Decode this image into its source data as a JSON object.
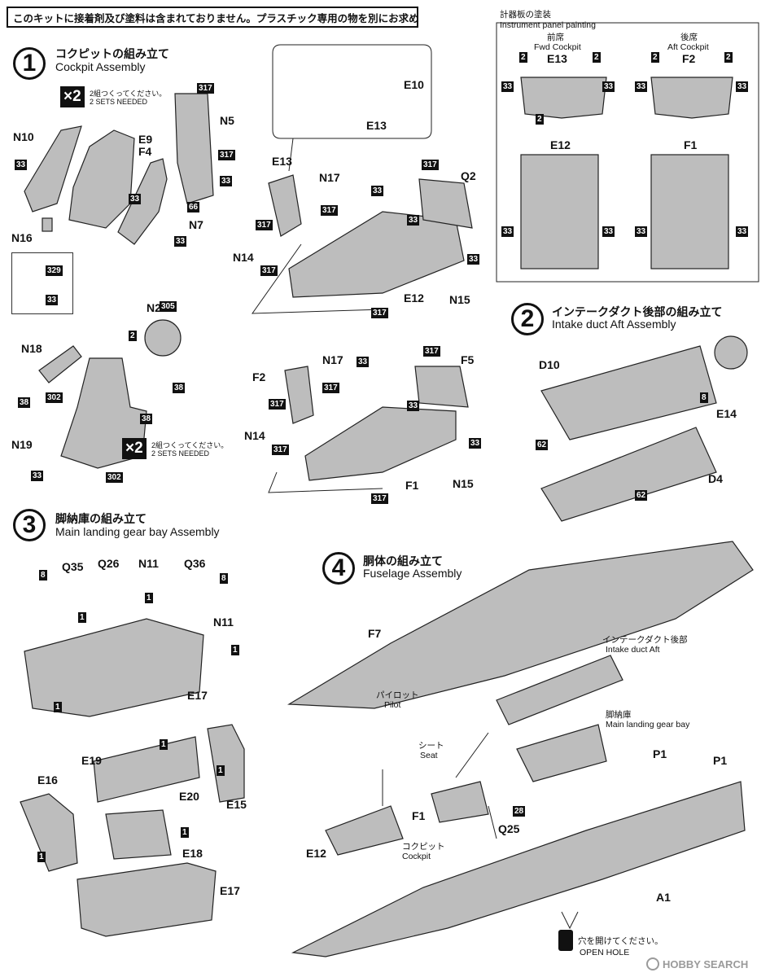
{
  "notice": "このキットに接着剤及び塗料は含まれておりません。プラスチック専用の物を別にお求め下さい。",
  "steps": [
    {
      "num": "1",
      "title_jp": "コクピットの組み立て",
      "title_en": "Cockpit Assembly"
    },
    {
      "num": "2",
      "title_jp": "インテークダクト後部の組み立て",
      "title_en": "Intake duct Aft Assembly"
    },
    {
      "num": "3",
      "title_jp": "脚納庫の組み立て",
      "title_en": "Main landing gear bay Assembly"
    },
    {
      "num": "4",
      "title_jp": "胴体の組み立て",
      "title_en": "Fuselage Assembly"
    }
  ],
  "sets": {
    "mult": "×2",
    "jp": "2組つくってください。",
    "en": "2 SETS NEEDED"
  },
  "panel": {
    "title_jp": "計器板の塗装",
    "title_en": "Instrument panel painting",
    "fwd_jp": "前席",
    "fwd_en": "Fwd Cockpit",
    "aft_jp": "後席",
    "aft_en": "Aft Cockpit"
  },
  "captions": {
    "intake_jp": "インテークダクト後部",
    "intake_en": "Intake duct Aft",
    "bay_jp": "脚納庫",
    "bay_en": "Main landing gear bay",
    "pilot_jp": "パイロット",
    "pilot_en": "Pilot",
    "seat_jp": "シート",
    "seat_en": "Seat",
    "cockpit_jp": "コクピット",
    "cockpit_en": "Cockpit",
    "hole_jp": "穴を開けてください。",
    "hole_en": "OPEN HOLE"
  },
  "parts": {
    "n10": "N10",
    "e9": "E9",
    "f4": "F4",
    "n5": "N5",
    "n7": "N7",
    "n16": "N16",
    "n23": "N23",
    "n18": "N18",
    "n19": "N19",
    "e10": "E10",
    "e13a": "E13",
    "e13b": "E13",
    "n17a": "N17",
    "q2": "Q2",
    "n14a": "N14",
    "e12a": "E12",
    "n15a": "N15",
    "f2a": "F2",
    "n17b": "N17",
    "f5": "F5",
    "n14b": "N14",
    "f1a": "F1",
    "n15b": "N15",
    "e13c": "E13",
    "f2b": "F2",
    "e12b": "E12",
    "f1b": "F1",
    "d10": "D10",
    "e14": "E14",
    "d4": "D4",
    "q35": "Q35",
    "q26": "Q26",
    "n11a": "N11",
    "q36": "Q36",
    "n11b": "N11",
    "e17a": "E17",
    "e19": "E19",
    "e20": "E20",
    "e16": "E16",
    "e15": "E15",
    "e18": "E18",
    "e17b": "E17",
    "f7": "F7",
    "f1c": "F1",
    "q25": "Q25",
    "e12c": "E12",
    "p1a": "P1",
    "p1b": "P1",
    "a1": "A1"
  },
  "paint": {
    "c317": "317",
    "c33": "33",
    "c66": "66",
    "c329": "329",
    "c305": "305",
    "c2": "2",
    "c38": "38",
    "c302": "302",
    "c62": "62",
    "c8": "8",
    "c1": "1",
    "c28": "28"
  },
  "watermark": {
    "brand": "HOBBY SEARCH"
  }
}
